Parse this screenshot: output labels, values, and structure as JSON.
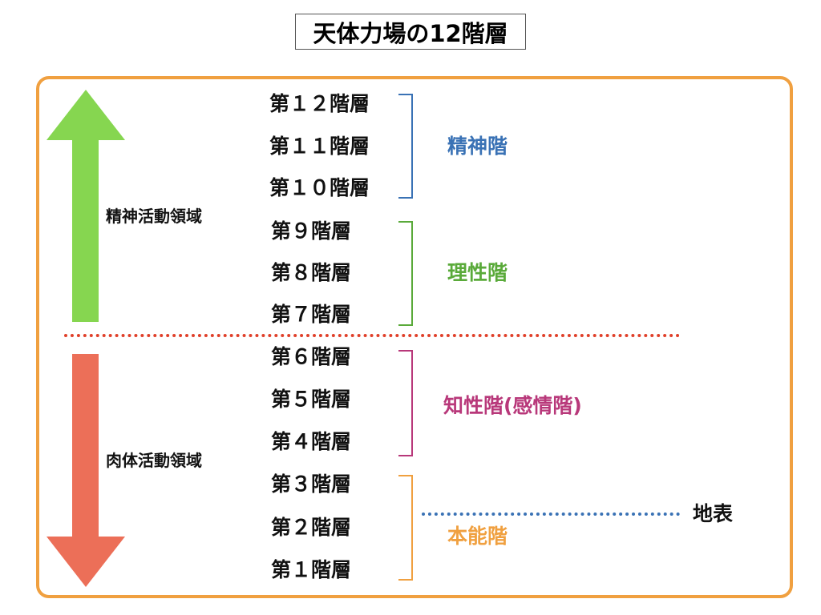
{
  "title": "天体力場の12階層",
  "regions": {
    "upper": "精神活動領域",
    "lower": "肉体活動領域"
  },
  "floors": [
    "第１２階層",
    "第１１階層",
    "第１０階層",
    "第９階層",
    "第８階層",
    "第７階層",
    "第６階層",
    "第５階層",
    "第４階層",
    "第３階層",
    "第２階層",
    "第１階層"
  ],
  "groups": [
    {
      "label": "精神階",
      "color": "#3a72b5"
    },
    {
      "label": "理性階",
      "color": "#5aaa3a"
    },
    {
      "label": "知性階(感情階)",
      "color": "#b8387a"
    },
    {
      "label": "本能階",
      "color": "#f0a040"
    }
  ],
  "surface_label": "地表",
  "colors": {
    "frame": "#f0a040",
    "up_arrow": "#86d650",
    "down_arrow": "#ec6f58",
    "divider": "#e0402a",
    "surface_line": "#3a72b5"
  }
}
